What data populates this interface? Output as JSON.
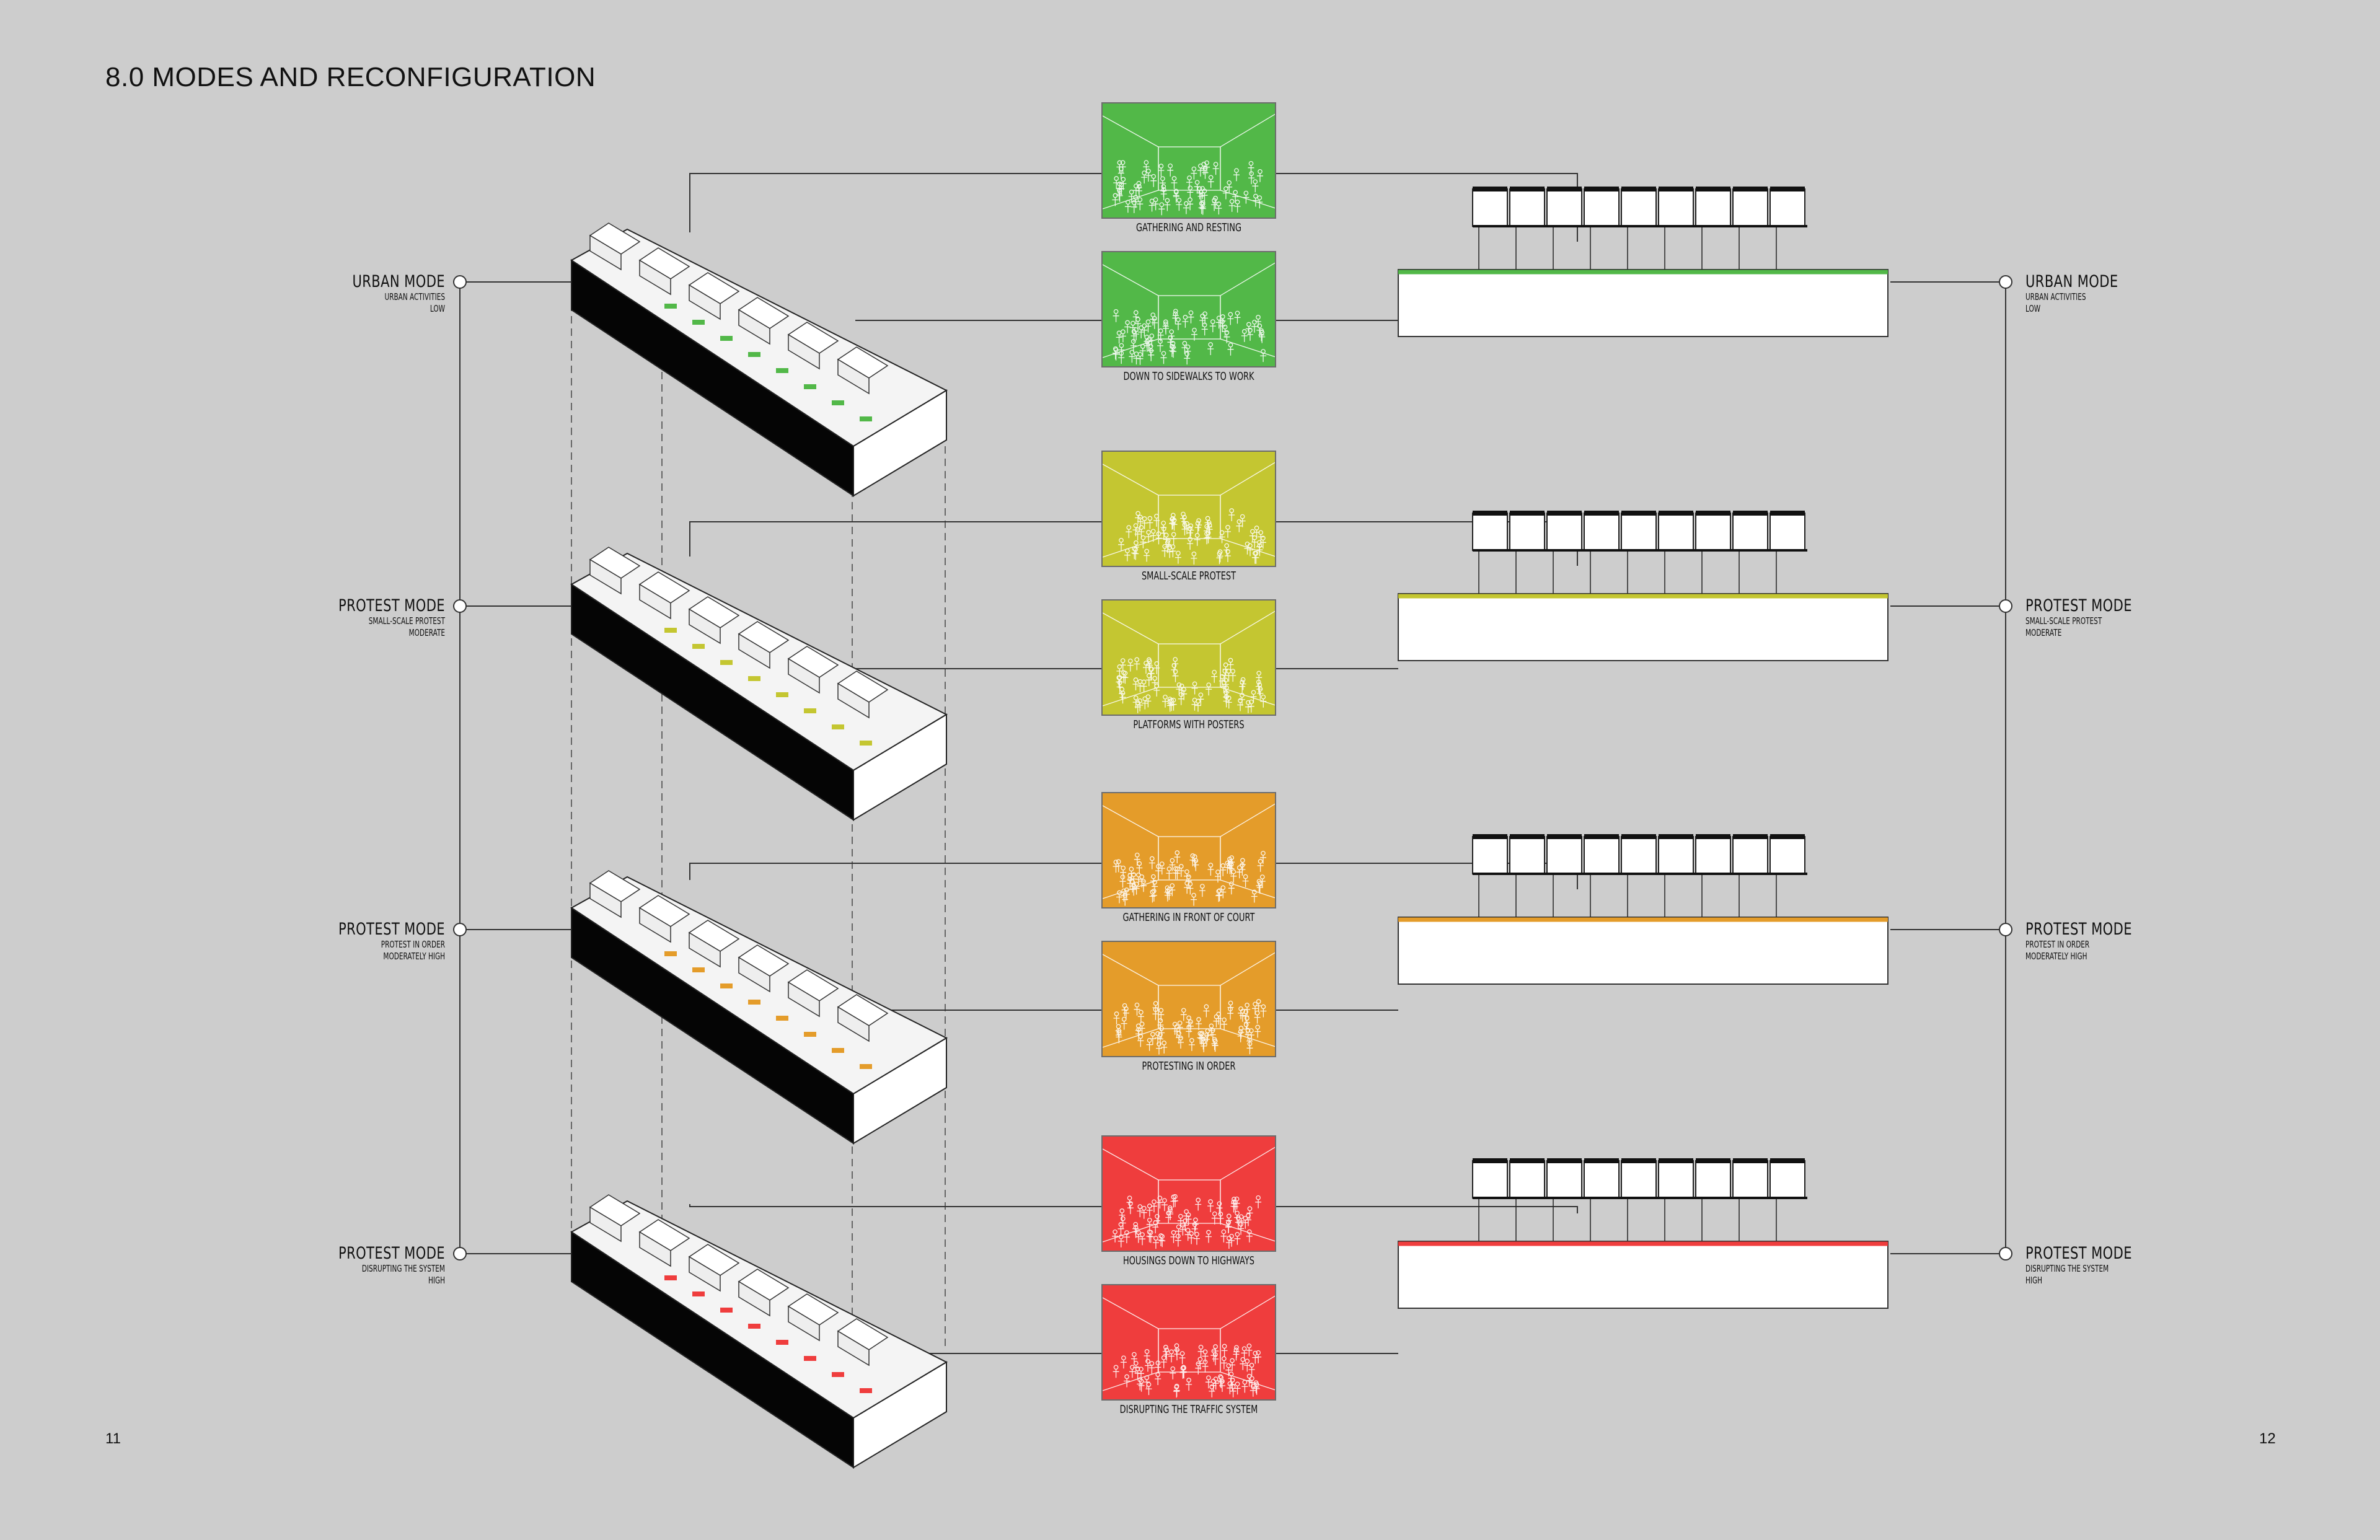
{
  "title": "8.0  MODES AND RECONFIGURATION",
  "page_left": "11",
  "page_right": "12",
  "modes": [
    {
      "name": "URBAN MODE",
      "sub1": "URBAN ACTIVITIES",
      "sub2": "LOW",
      "color": "#52b848",
      "photo_top": "GATHERING AND RESTING",
      "photo_bottom": "DOWN TO SIDEWALKS TO WORK"
    },
    {
      "name": "PROTEST MODE",
      "sub1": "SMALL-SCALE PROTEST",
      "sub2": "MODERATE",
      "color": "#c4c631",
      "photo_top": "SMALL-SCALE PROTEST",
      "photo_bottom": "PLATFORMS WITH POSTERS"
    },
    {
      "name": "PROTEST MODE",
      "sub1": "PROTEST IN ORDER",
      "sub2": "MODERATELY HIGH",
      "color": "#e49c2a",
      "photo_top": "GATHERING IN FRONT OF COURT",
      "photo_bottom": "PROTESTING IN ORDER"
    },
    {
      "name": "PROTEST MODE",
      "sub1": "DISRUPTING THE SYSTEM",
      "sub2": "HIGH",
      "color": "#ef3d3d",
      "photo_top": "HOUSINGS DOWN TO HIGHWAYS",
      "photo_bottom": "DISRUPTING THE TRAFFIC SYSTEM"
    }
  ]
}
